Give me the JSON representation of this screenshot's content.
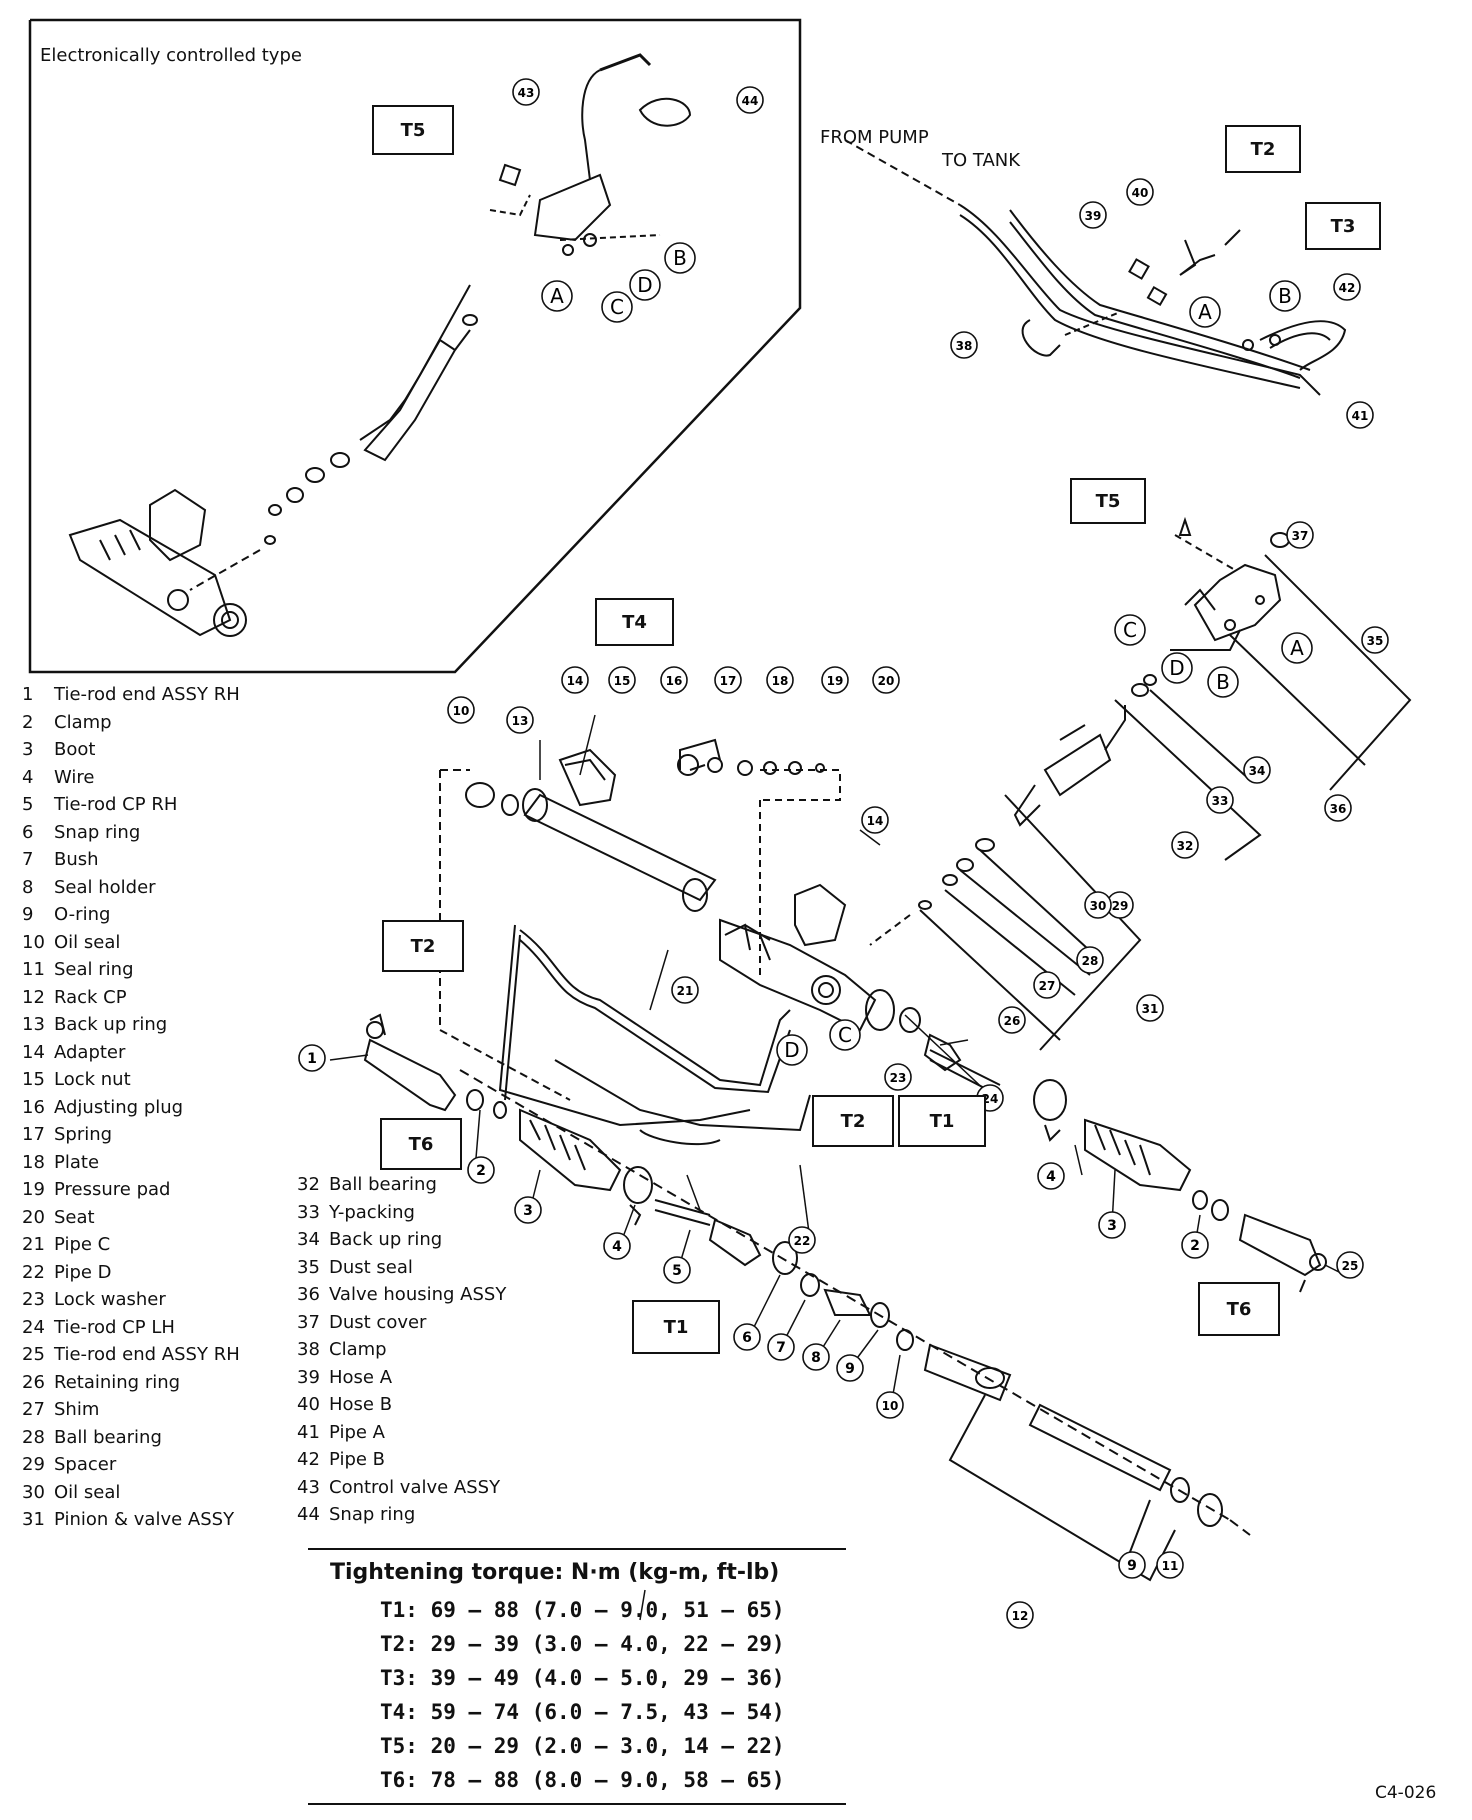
{
  "inset": {
    "title": "Electronically controlled type"
  },
  "flow_labels": {
    "from_pump": "FROM PUMP",
    "to_tank": "TO TANK"
  },
  "torque_boxes": [
    "T1",
    "T2",
    "T3",
    "T4",
    "T5",
    "T6"
  ],
  "legend_left": [
    {
      "n": "1",
      "t": "Tie-rod end ASSY RH"
    },
    {
      "n": "2",
      "t": "Clamp"
    },
    {
      "n": "3",
      "t": "Boot"
    },
    {
      "n": "4",
      "t": "Wire"
    },
    {
      "n": "5",
      "t": "Tie-rod CP RH"
    },
    {
      "n": "6",
      "t": "Snap ring"
    },
    {
      "n": "7",
      "t": "Bush"
    },
    {
      "n": "8",
      "t": "Seal holder"
    },
    {
      "n": "9",
      "t": "O-ring"
    },
    {
      "n": "10",
      "t": "Oil seal"
    },
    {
      "n": "11",
      "t": "Seal ring"
    },
    {
      "n": "12",
      "t": "Rack CP"
    },
    {
      "n": "13",
      "t": "Back up ring"
    },
    {
      "n": "14",
      "t": "Adapter"
    },
    {
      "n": "15",
      "t": "Lock nut"
    },
    {
      "n": "16",
      "t": "Adjusting plug"
    },
    {
      "n": "17",
      "t": "Spring"
    },
    {
      "n": "18",
      "t": "Plate"
    },
    {
      "n": "19",
      "t": "Pressure pad"
    },
    {
      "n": "20",
      "t": "Seat"
    },
    {
      "n": "21",
      "t": "Pipe C"
    },
    {
      "n": "22",
      "t": "Pipe D"
    },
    {
      "n": "23",
      "t": "Lock washer"
    },
    {
      "n": "24",
      "t": "Tie-rod CP LH"
    },
    {
      "n": "25",
      "t": "Tie-rod end ASSY RH"
    },
    {
      "n": "26",
      "t": "Retaining ring"
    },
    {
      "n": "27",
      "t": "Shim"
    },
    {
      "n": "28",
      "t": "Ball bearing"
    },
    {
      "n": "29",
      "t": "Spacer"
    },
    {
      "n": "30",
      "t": "Oil seal"
    },
    {
      "n": "31",
      "t": "Pinion & valve ASSY"
    }
  ],
  "legend_right": [
    {
      "n": "32",
      "t": "Ball bearing"
    },
    {
      "n": "33",
      "t": "Y-packing"
    },
    {
      "n": "34",
      "t": "Back up ring"
    },
    {
      "n": "35",
      "t": "Dust seal"
    },
    {
      "n": "36",
      "t": "Valve housing ASSY"
    },
    {
      "n": "37",
      "t": "Dust cover"
    },
    {
      "n": "38",
      "t": "Clamp"
    },
    {
      "n": "39",
      "t": "Hose A"
    },
    {
      "n": "40",
      "t": "Hose B"
    },
    {
      "n": "41",
      "t": "Pipe A"
    },
    {
      "n": "42",
      "t": "Pipe B"
    },
    {
      "n": "43",
      "t": "Control valve ASSY"
    },
    {
      "n": "44",
      "t": "Snap ring"
    }
  ],
  "torque_table": {
    "title": "Tightening torque:  N·m (kg-m, ft-lb)",
    "rows": [
      "T1: 69 — 88 (7.0 — 9.0, 51 — 65)",
      "T2: 29 — 39 (3.0 — 4.0, 22 — 29)",
      "T3: 39 — 49 (4.0 — 5.0, 29 — 36)",
      "T4: 59 — 74 (6.0 — 7.5, 43 — 54)",
      "T5: 20 — 29 (2.0 — 3.0, 14 — 22)",
      "T6: 78 — 88 (8.0 — 9.0, 58 — 65)"
    ]
  },
  "figure_code": "C4-026",
  "callouts": [
    {
      "n": "1"
    },
    {
      "n": "2"
    },
    {
      "n": "2"
    },
    {
      "n": "3"
    },
    {
      "n": "3"
    },
    {
      "n": "4"
    },
    {
      "n": "4"
    },
    {
      "n": "5"
    },
    {
      "n": "6"
    },
    {
      "n": "7"
    },
    {
      "n": "8"
    },
    {
      "n": "9"
    },
    {
      "n": "9"
    },
    {
      "n": "10"
    },
    {
      "n": "10"
    },
    {
      "n": "11"
    },
    {
      "n": "12"
    },
    {
      "n": "13"
    },
    {
      "n": "14"
    },
    {
      "n": "14"
    },
    {
      "n": "15"
    },
    {
      "n": "16"
    },
    {
      "n": "17"
    },
    {
      "n": "18"
    },
    {
      "n": "19"
    },
    {
      "n": "20"
    },
    {
      "n": "21"
    },
    {
      "n": "22"
    },
    {
      "n": "23"
    },
    {
      "n": "24"
    },
    {
      "n": "25"
    },
    {
      "n": "26"
    },
    {
      "n": "27"
    },
    {
      "n": "28"
    },
    {
      "n": "29"
    },
    {
      "n": "30"
    },
    {
      "n": "31"
    },
    {
      "n": "32"
    },
    {
      "n": "33"
    },
    {
      "n": "34"
    },
    {
      "n": "35"
    },
    {
      "n": "36"
    },
    {
      "n": "37"
    },
    {
      "n": "38"
    },
    {
      "n": "39"
    },
    {
      "n": "40"
    },
    {
      "n": "41"
    },
    {
      "n": "42"
    },
    {
      "n": "43"
    },
    {
      "n": "44"
    }
  ],
  "port_letters": [
    "A",
    "B",
    "C",
    "D"
  ]
}
